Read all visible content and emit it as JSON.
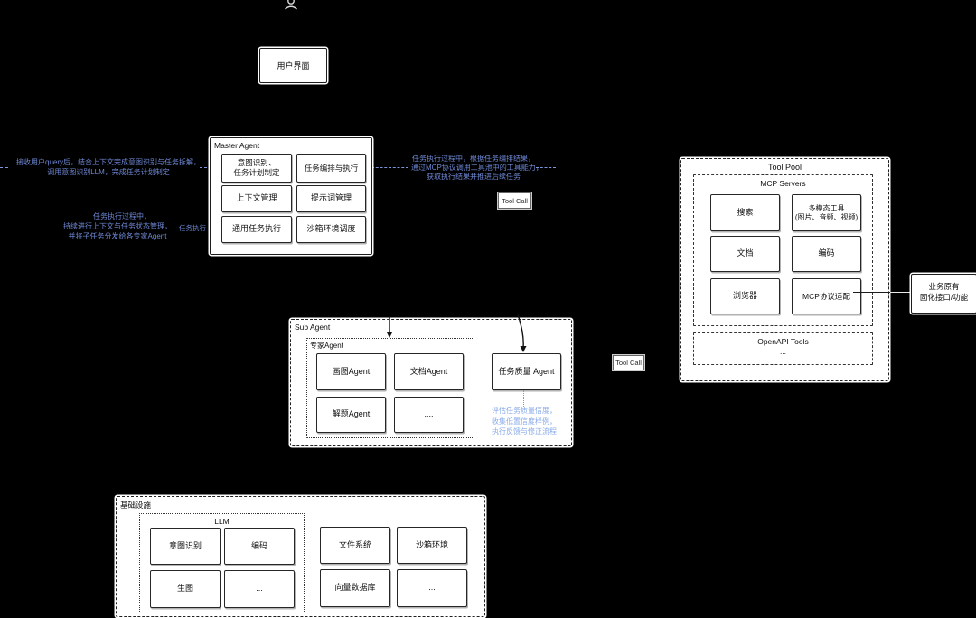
{
  "colors": {
    "background": "#000000",
    "box_fill": "#ffffff",
    "ink": "#1c1c1c",
    "annotation_blue": "#6e88d4",
    "note_blue": "#87a9e8"
  },
  "ui_box": {
    "label": "用户界面"
  },
  "labels": {
    "tool_call": "Tool Call"
  },
  "master_agent": {
    "title": "Master Agent",
    "modules": [
      "意图识别、\n任务计划制定",
      "任务编排与执行",
      "上下文管理",
      "提示词管理",
      "通用任务执行",
      "沙箱环境调度"
    ]
  },
  "annotations": {
    "left_top": [
      "接收用户query后，结合上下文完成意图识别与任务拆解，",
      "调用意图识别LLM，完成任务计划制定"
    ],
    "mid_top": [
      "任务执行过程中，根据任务编排结果，",
      "通过MCP协议调用工具池中的工具能力，",
      "获取执行结果并推进后续任务"
    ],
    "left_bottom": [
      "任务执行过程中，",
      "持续进行上下文与任务状态管理，",
      "并将子任务分发给各专家Agent"
    ],
    "left_bottom_tag": "任务执行",
    "quality_note": [
      "评估任务质量信度，",
      "收集低置信度样例，",
      "执行反馈与修正流程"
    ]
  },
  "tool_pool": {
    "title": "Tool Pool",
    "mcp_title": "MCP Servers",
    "tools": [
      "搜索",
      "多模态工具\n(图片、音频、视频)",
      "文档",
      "编码",
      "浏览器",
      "MCP协议适配"
    ],
    "openapi_title": "OpenAPI Tools",
    "openapi_more": "..."
  },
  "business_box": {
    "label": "业务原有\n固化接口/功能"
  },
  "sub_agent": {
    "title": "Sub Agent",
    "expert_title": "专家Agent",
    "experts": [
      "画图Agent",
      "文档Agent",
      "解题Agent",
      "...."
    ],
    "quality_agent": "任务质量 Agent"
  },
  "infrastructure": {
    "title": "基础设施",
    "llm_title": "LLM",
    "llm_items": [
      "意图识别",
      "编码",
      "生图",
      "..."
    ],
    "services": [
      "文件系统",
      "沙箱环境",
      "向量数据库",
      "..."
    ]
  }
}
